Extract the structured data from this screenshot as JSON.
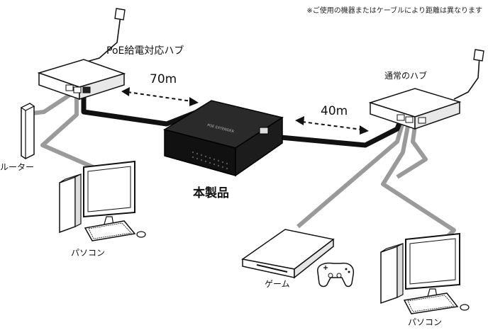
{
  "note": "※ご使用の機器またはケーブルにより距離は異なります",
  "labels": {
    "poe_hub": "PoE給電対応ハブ",
    "normal_hub": "通常のハブ",
    "router": "ルーター",
    "pc_left": "パソコン",
    "pc_right": "パソコン",
    "game": "ゲーム",
    "product": "本製品",
    "product_print": "POE EXTENDER"
  },
  "distances": {
    "left": "70m",
    "right": "40m"
  },
  "colors": {
    "cable_black": "#111111",
    "cable_gray": "#9a9a9a",
    "device_dark": "#1a1a1a",
    "outline": "#000000"
  }
}
